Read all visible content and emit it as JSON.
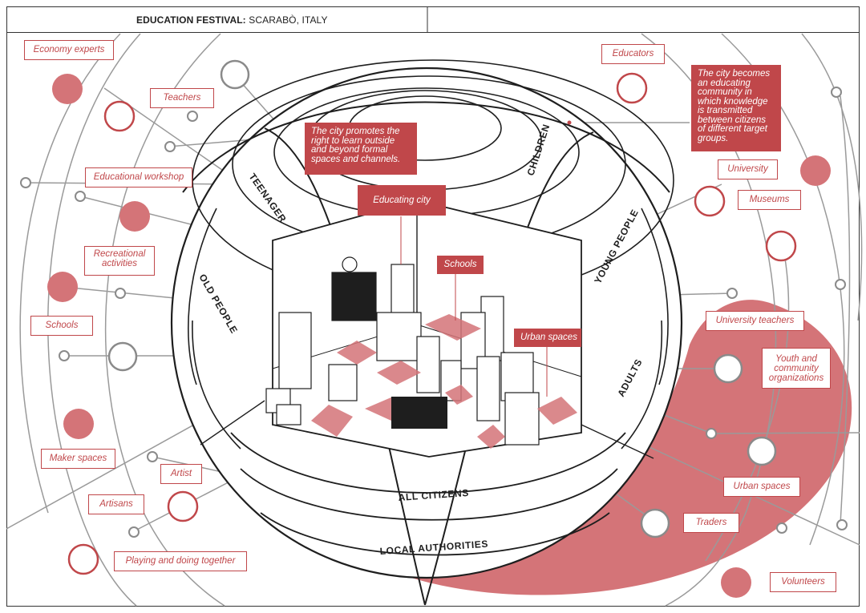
{
  "header": {
    "title_bold": "EDUCATION FESTIVAL:",
    "title_rest": " SCARABÒ, ITALY"
  },
  "colors": {
    "accent": "#c0474a",
    "accent_fill": "#d47478",
    "line": "#9a9a9a",
    "ink": "#1e1e1e"
  },
  "segments": {
    "children": "CHILDREN",
    "teenager": "TEENAGER",
    "young_people": "YOUNG PEOPLE",
    "old_people": "OLD PEOPLE",
    "adults": "ADULTS",
    "all_citizens": "ALL CITIZENS",
    "local_authorities": "LOCAL AUTHORITIES"
  },
  "callouts": {
    "city_promotes": "The city promotes the right to learn outside and beyond formal spaces and channels.",
    "educating_community": "The city becomes an educating community in which knowledge is transmitted between citizens of different target groups.",
    "educating_city": "Educating city",
    "schools": "Schools",
    "urban_spaces": "Urban spaces"
  },
  "labels": {
    "economy_experts": "Economy experts",
    "teachers": "Teachers",
    "educational_workshop": "Educational workshop",
    "recreational_activities": "Recreational activities",
    "schools": "Schools",
    "maker_spaces": "Maker spaces",
    "artist": "Artist",
    "artisans": "Artisans",
    "playing_together": "Playing and doing together",
    "educators": "Educators",
    "university": "University",
    "museums": "Museums",
    "university_teachers": "University teachers",
    "youth_organizations": "Youth and community organizations",
    "urban_spaces": "Urban spaces",
    "traders": "Traders",
    "volunteers": "Volunteers"
  }
}
